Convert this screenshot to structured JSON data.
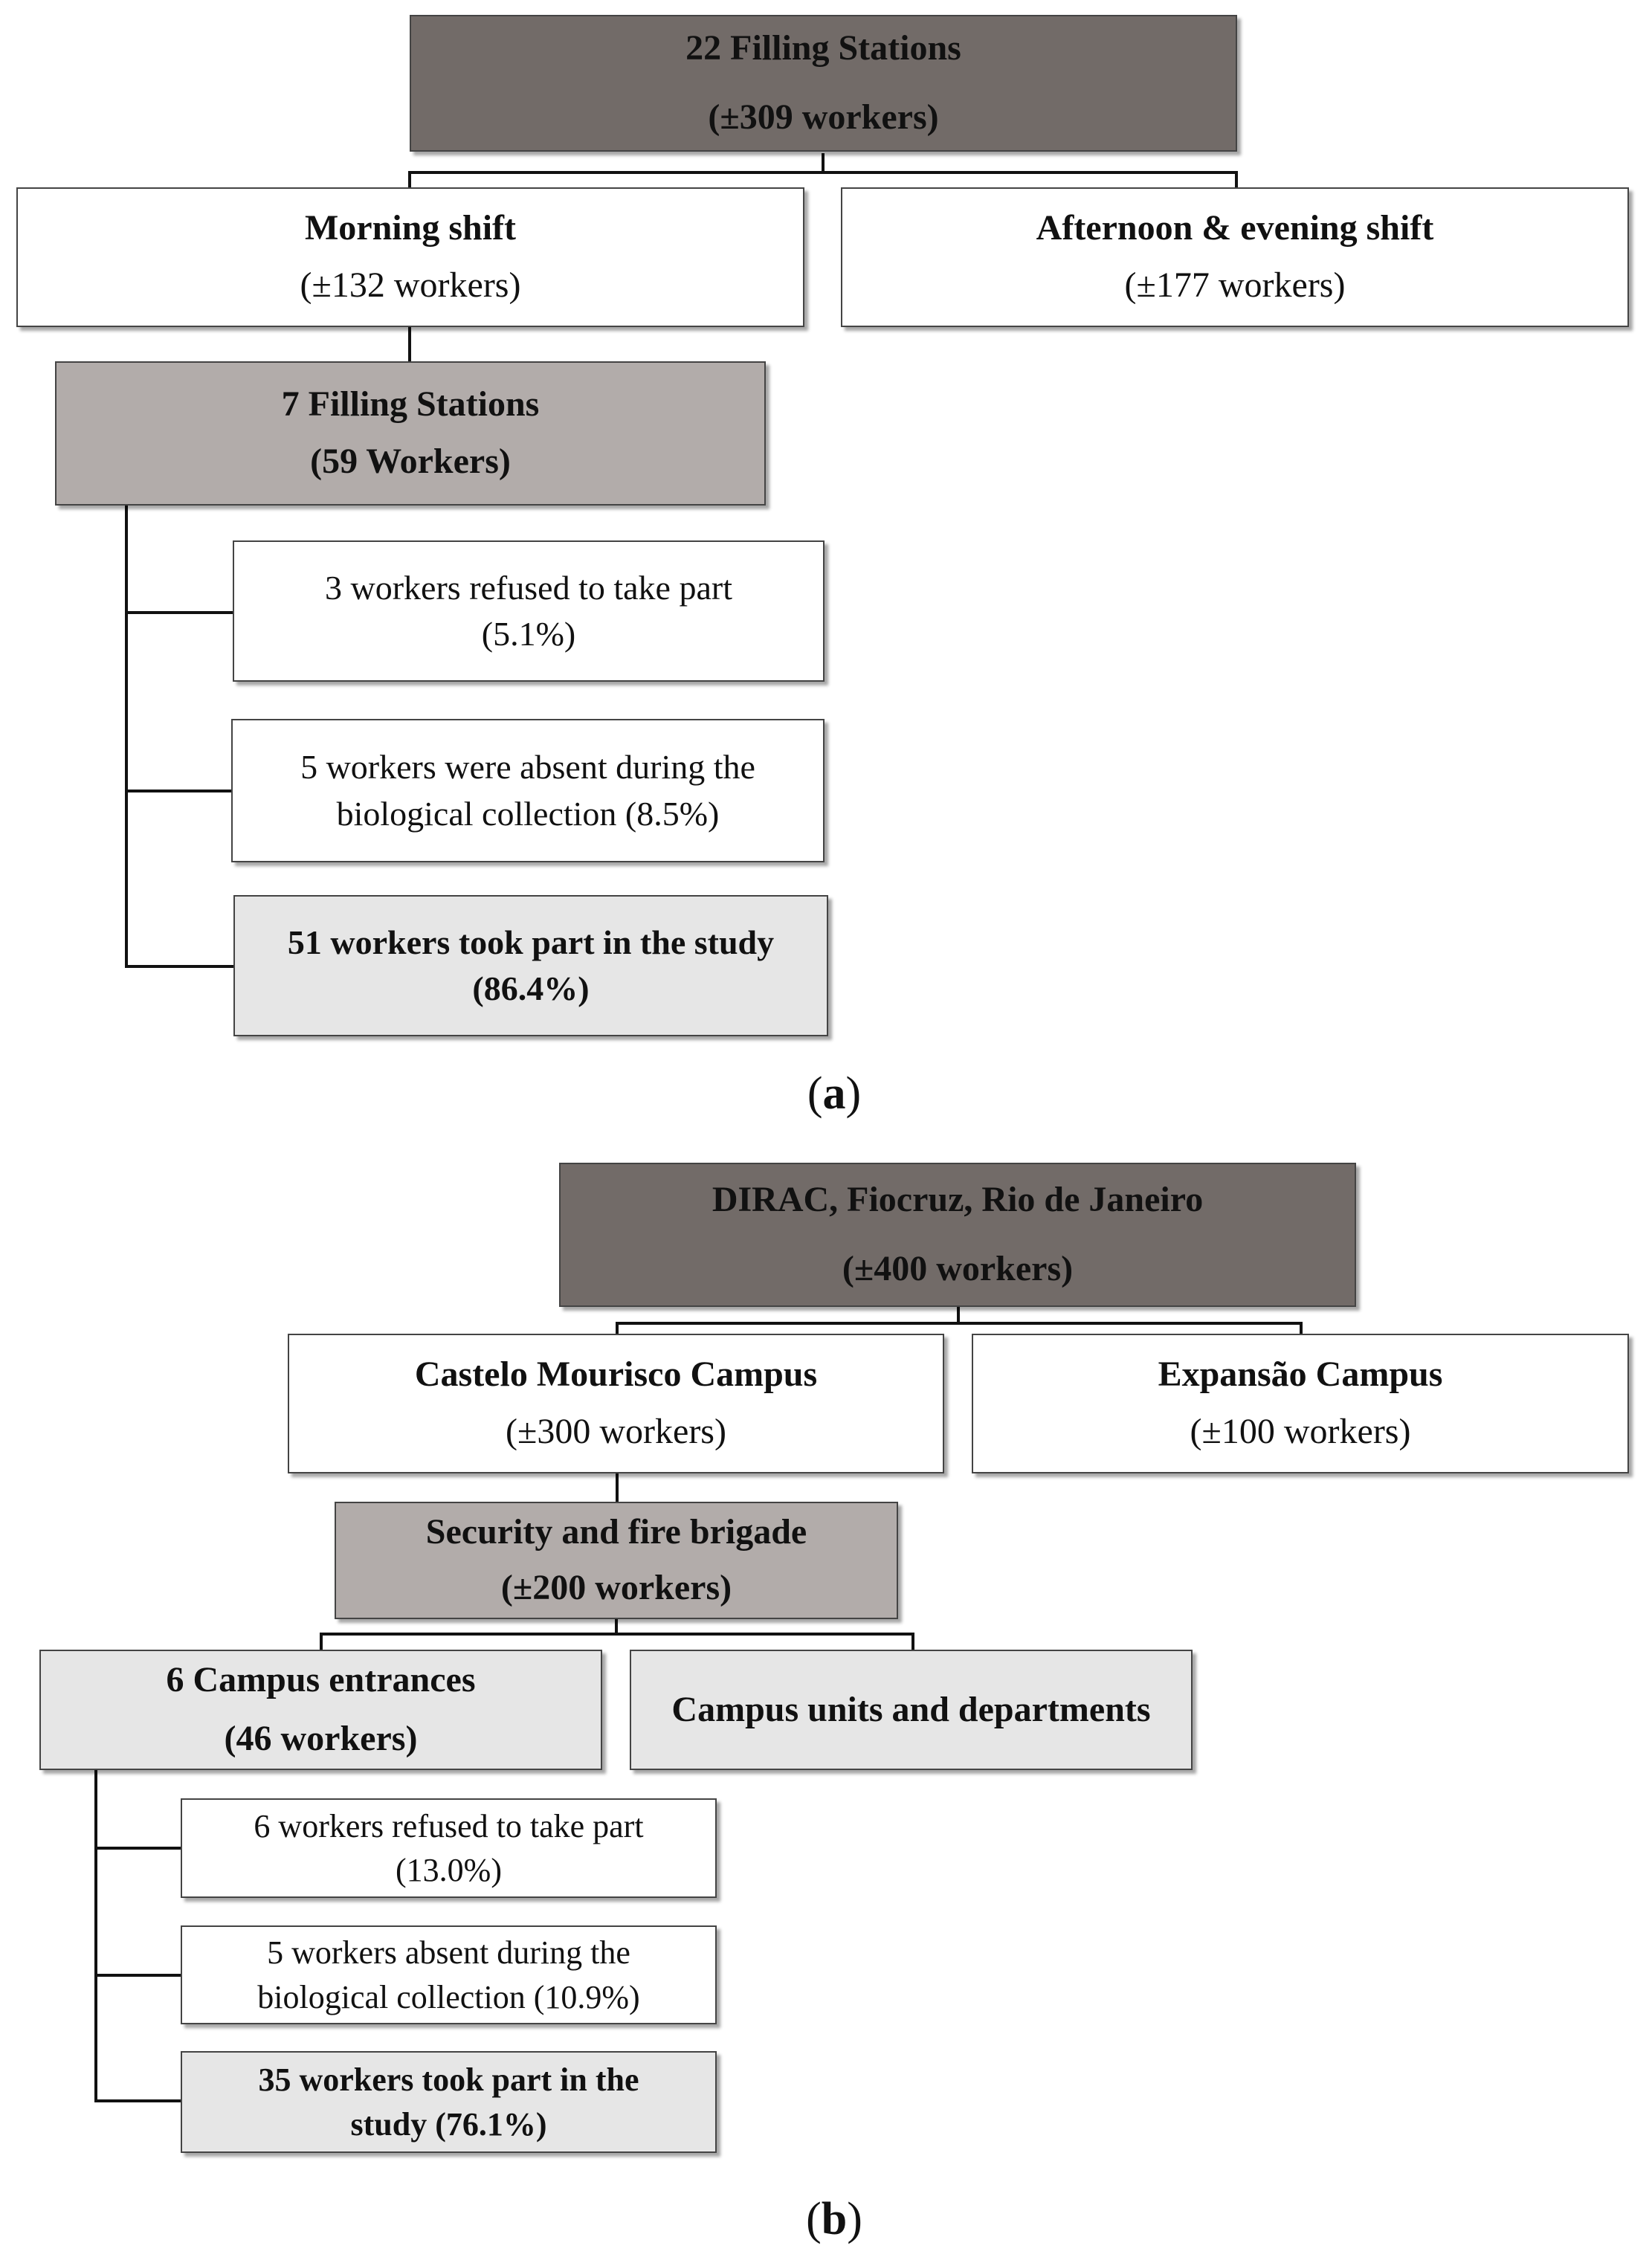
{
  "panel_a": {
    "label_open": "(",
    "label_letter": "a",
    "label_close": ")",
    "root": {
      "line1": "22 Filling Stations",
      "line2": "(±309 workers)"
    },
    "morning": {
      "title": "Morning shift",
      "count": "(±132 workers)"
    },
    "afternoon": {
      "title": "Afternoon & evening shift",
      "count": "(±177 workers)"
    },
    "stations": {
      "line1": "7 Filling Stations",
      "line2": "(59 Workers)"
    },
    "refused": {
      "line1": "3 workers refused to take part",
      "line2": "(5.1%)"
    },
    "absent": {
      "line1": "5 workers were absent during the",
      "line2": "biological collection (8.5%)"
    },
    "took_part": {
      "line1": "51 workers took part in the study",
      "line2": "(86.4%)"
    }
  },
  "panel_b": {
    "label_open": "(",
    "label_letter": "b",
    "label_close": ")",
    "root": {
      "line1": "DIRAC, Fiocruz, Rio de Janeiro",
      "line2": "(±400 workers)"
    },
    "castelo": {
      "title": "Castelo Mourisco Campus",
      "count": "(±300 workers)"
    },
    "expansao": {
      "title": "Expansão Campus",
      "count": "(±100 workers)"
    },
    "security": {
      "line1": "Security and fire brigade",
      "line2": "(±200 workers)"
    },
    "entrances": {
      "line1": "6 Campus entrances",
      "line2": "(46 workers)"
    },
    "units": {
      "line1": "Campus units and departments"
    },
    "refused": {
      "line1": "6 workers refused to take part",
      "line2": "(13.0%)"
    },
    "absent": {
      "line1": "5 workers absent during the",
      "line2": "biological collection (10.9%)"
    },
    "took_part": {
      "line1": "35 workers took part in the",
      "line2": "study (76.1%)"
    }
  }
}
